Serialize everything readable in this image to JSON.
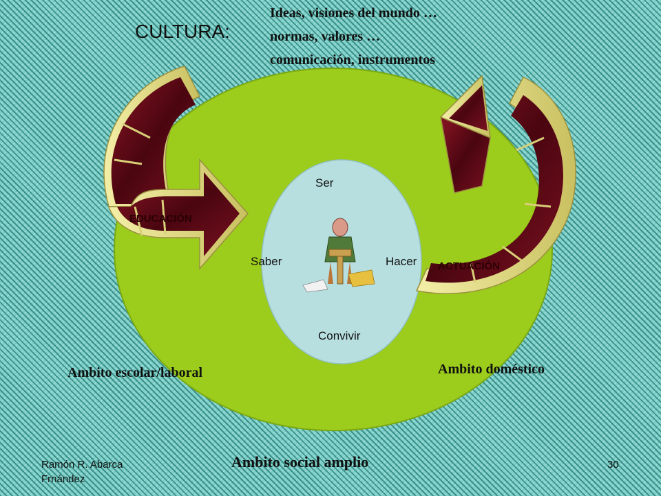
{
  "title": "CULTURA:",
  "culture_items": [
    "Ideas, visiones del  mundo …",
    "normas, valores …",
    "comunicación, instrumentos"
  ],
  "inner": {
    "top": "Ser",
    "left": "Saber",
    "right": "Hacer",
    "bottom": "Convivir"
  },
  "arrows": {
    "left": "EDUCACIÓN",
    "right": "ACTUACIÓN"
  },
  "ambitos": {
    "escolar": "Ambito escolar/laboral",
    "domestico": "Ambito doméstico",
    "social": "Ambito social amplio"
  },
  "footer": {
    "author_line1": "Ramón R. Abarca",
    "author_line2": "Frnández",
    "page": "30"
  },
  "colors": {
    "outer_circle": "#9ccc1c",
    "inner_ellipse": "#b8dfe0",
    "arrow_band": "#5a0a14",
    "arrow_edge": "#e8e088",
    "background": "#7fd0ca"
  },
  "icons": {
    "figure": "teacher-at-lectern-icon"
  }
}
